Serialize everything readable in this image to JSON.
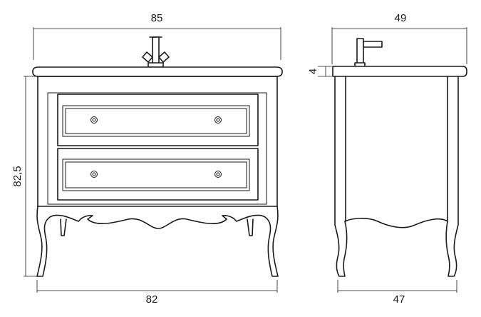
{
  "dimensions": {
    "front_top_width": "85",
    "front_height": "82,5",
    "front_bottom_width": "82",
    "side_top_depth": "49",
    "side_top_thickness": "4",
    "side_bottom_depth": "47"
  }
}
